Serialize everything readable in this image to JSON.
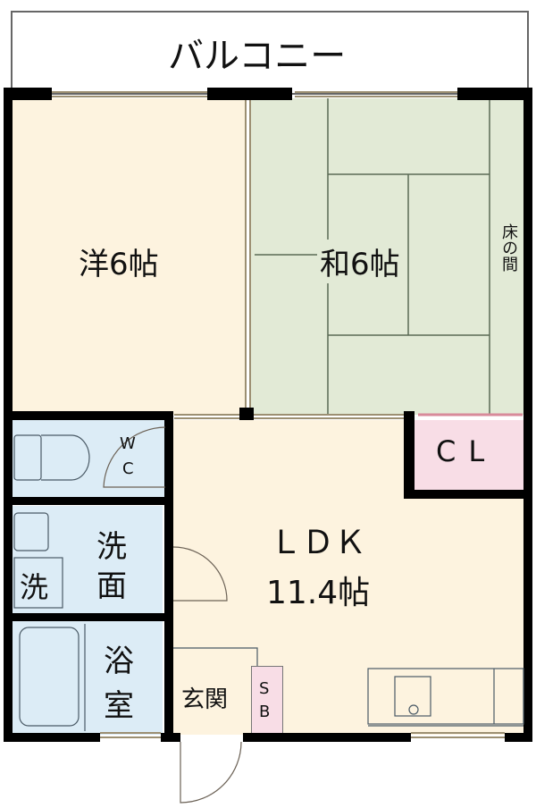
{
  "floorplan": {
    "balcony": {
      "label": "バルコニー"
    },
    "rooms": {
      "western": {
        "label": "洋6帖",
        "color": "#fdf3df"
      },
      "japanese": {
        "label": "和6帖",
        "color": "#e2ead6"
      },
      "tokonoma": {
        "label": "床の間"
      },
      "closet": {
        "label": "CL",
        "color": "#f8dde6"
      },
      "wc": {
        "label_w": "W",
        "label_c": "C",
        "color": "#dcecf6"
      },
      "washroom": {
        "label_1": "洗",
        "label_2": "面",
        "washer_label": "洗",
        "color": "#dcecf6"
      },
      "bathroom": {
        "label_1": "浴",
        "label_2": "室",
        "color": "#dcecf6"
      },
      "ldk": {
        "label": "ＬＤＫ",
        "size": "11.4帖",
        "color": "#fdf3df"
      },
      "entrance": {
        "label": "玄関",
        "color": "#fdf3df"
      },
      "shoebox": {
        "label_s": "S",
        "label_b": "B",
        "color": "#f8dde6"
      }
    },
    "colors": {
      "wall": "#000000",
      "line": "#5a6b55",
      "fixture": "#4a5a66"
    }
  }
}
